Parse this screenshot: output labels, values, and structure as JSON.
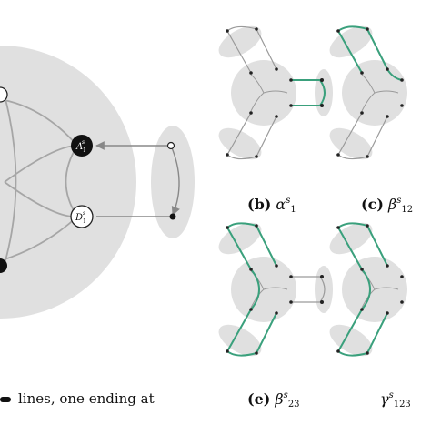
{
  "panel_a": {
    "node_top": {
      "label": "A",
      "sup": "s",
      "sub": "1"
    },
    "node_bottom": {
      "label": "D",
      "sup": "s",
      "sub": "1"
    }
  },
  "panels": [
    {
      "id": "b",
      "tag": "(b)",
      "symbol": "α",
      "sup": "s",
      "sub": "1"
    },
    {
      "id": "c",
      "tag": "(c)",
      "symbol": "β",
      "sup": "s",
      "sub": "12"
    },
    {
      "id": "e",
      "tag": "(e)",
      "symbol": "β",
      "sup": "s",
      "sub": "23"
    },
    {
      "id": "f",
      "tag": "",
      "symbol": "γ",
      "sup": "s",
      "sub": "123"
    }
  ],
  "body_text": "lines, one ending at",
  "colors": {
    "green": "#3aa07c",
    "gray_fill": "#e0e0e0",
    "edge": "#9a9a9a",
    "dark": "#222222"
  }
}
